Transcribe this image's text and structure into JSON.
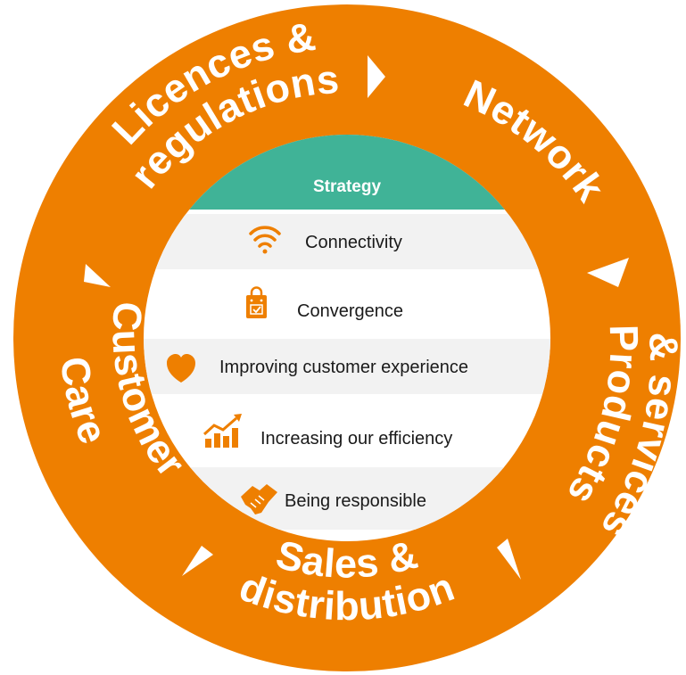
{
  "colors": {
    "ring": "#ee7f00",
    "center_bg": "#ffffff",
    "header": "#40b397",
    "row_alt": "#f2f2f2",
    "icon": "#ee7f00",
    "ring_text": "#ffffff",
    "row_text": "#1a1a1a"
  },
  "ring": {
    "segments": [
      {
        "id": "licences",
        "lines": [
          "Licences &",
          "regulations"
        ]
      },
      {
        "id": "network",
        "lines": [
          "Network"
        ]
      },
      {
        "id": "products",
        "lines": [
          "Products",
          "& services"
        ]
      },
      {
        "id": "sales",
        "lines": [
          "Sales &",
          "distribution"
        ]
      },
      {
        "id": "customer",
        "lines": [
          "Customer",
          "Care"
        ]
      }
    ]
  },
  "strategy": {
    "title": "Strategy",
    "items": [
      {
        "label": "Connectivity",
        "icon": "wifi-icon"
      },
      {
        "label": "Convergence",
        "icon": "shopping-bag-icon"
      },
      {
        "label": "Improving customer experience",
        "icon": "heart-icon"
      },
      {
        "label": "Increasing our efficiency",
        "icon": "growth-chart-icon"
      },
      {
        "label": "Being responsible",
        "icon": "handshake-icon"
      }
    ]
  }
}
